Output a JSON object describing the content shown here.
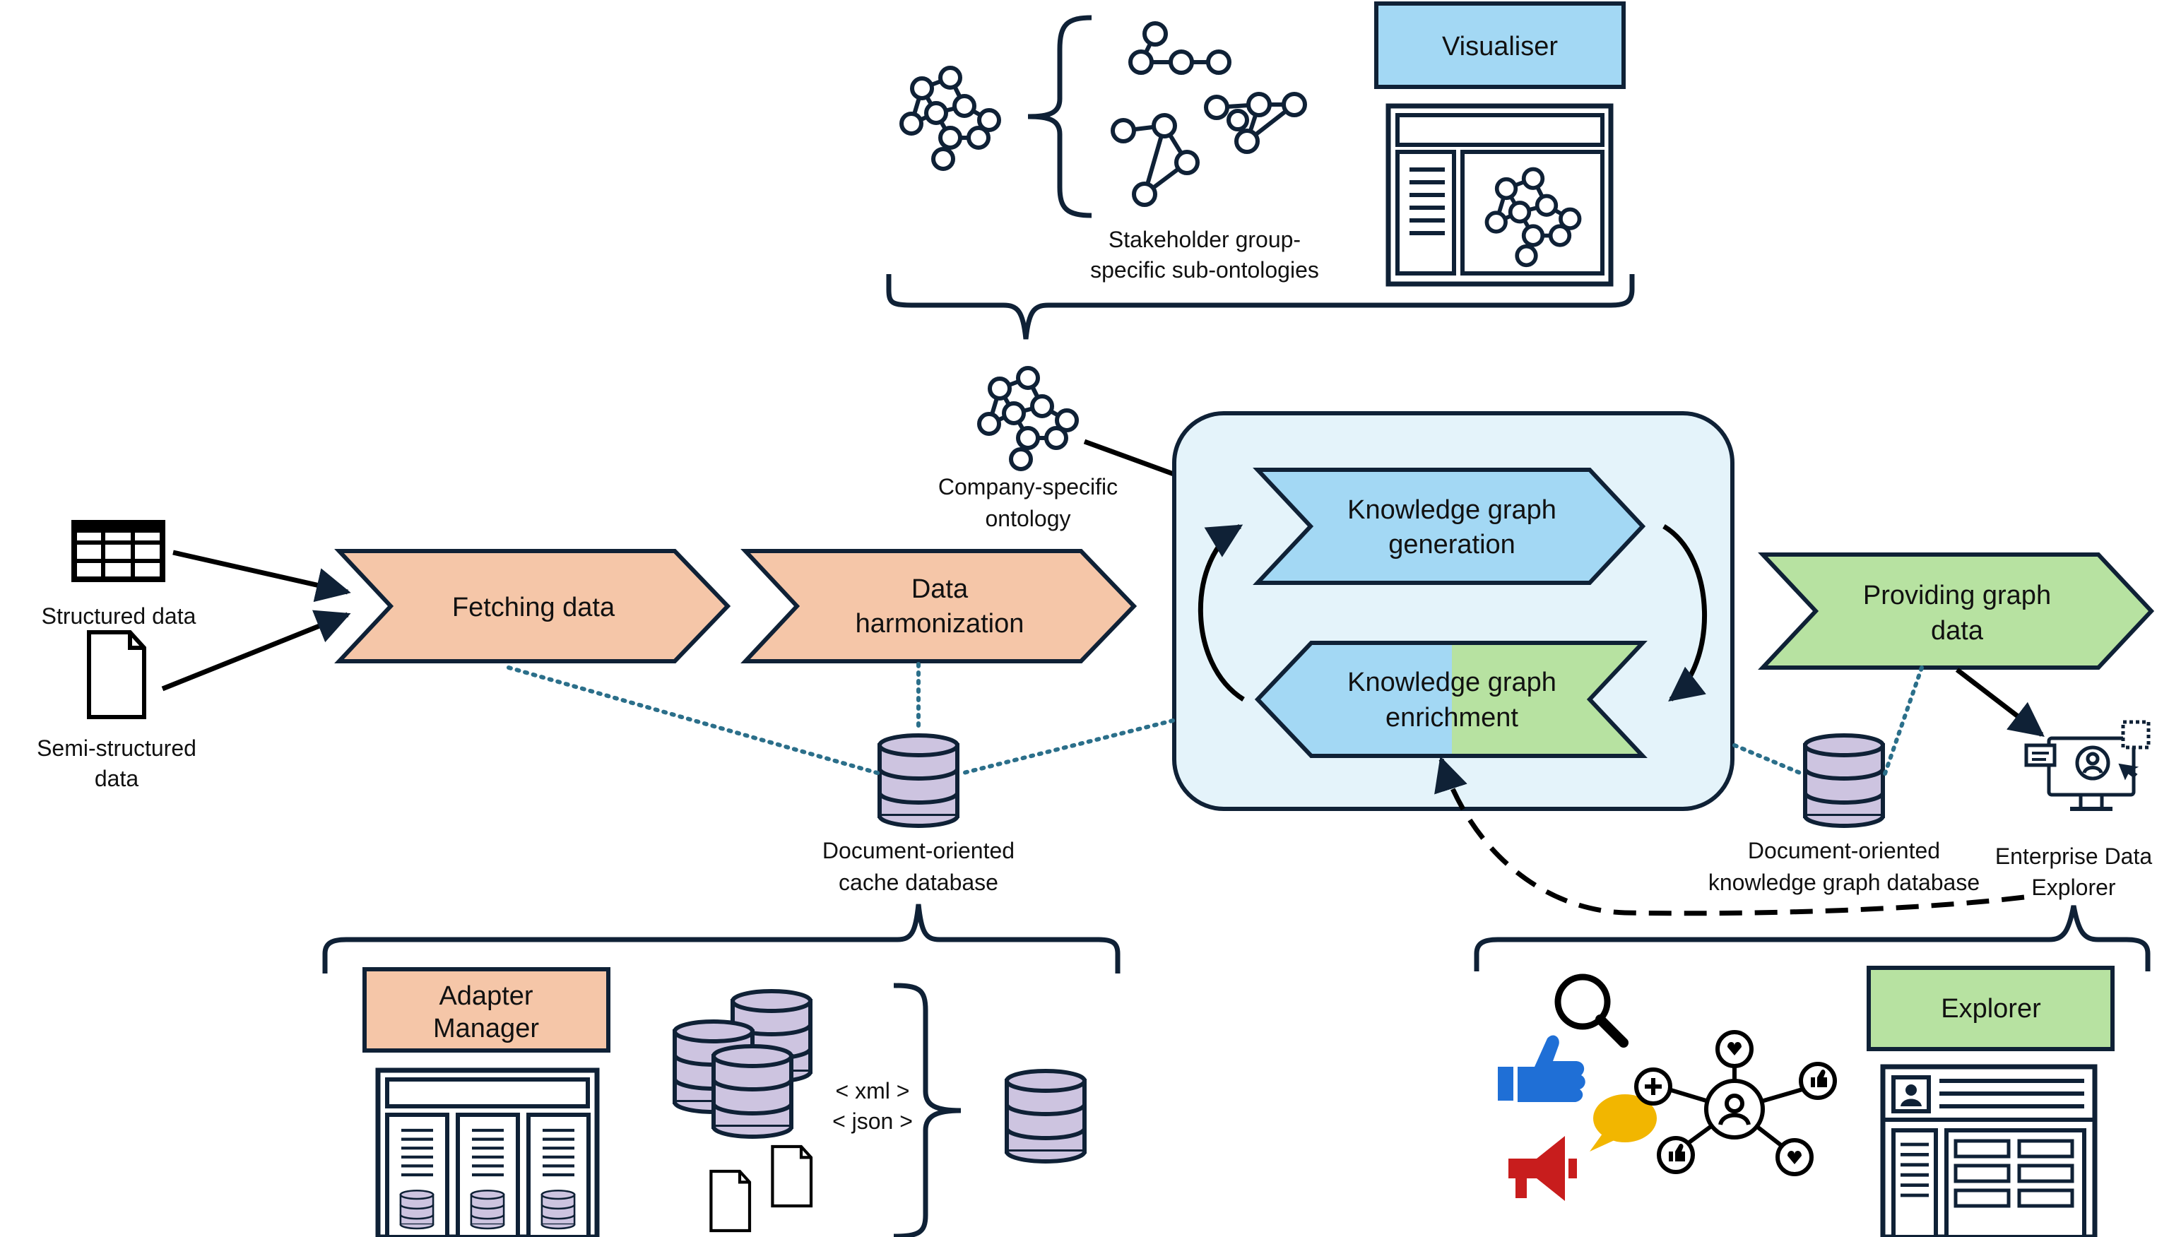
{
  "structured_data_label": "Structured data",
  "semi_structured_label_1": "Semi-structured",
  "semi_structured_label_2": "data",
  "fetching_label": "Fetching data",
  "harmonization_label_1": "Data",
  "harmonization_label_2": "harmonization",
  "company_ontology_label_1": "Company-specific",
  "company_ontology_label_2": "ontology",
  "stakeholder_label_1": "Stakeholder group-",
  "stakeholder_label_2": "specific sub-ontologies",
  "visualiser_label": "Visualiser",
  "kg_generation_label_1": "Knowledge graph",
  "kg_generation_label_2": "generation",
  "kg_enrichment_label_1": "Knowledge graph",
  "kg_enrichment_label_2": "enrichment",
  "providing_label_1": "Providing graph",
  "providing_label_2": "data",
  "cache_db_label_1": "Document-oriented",
  "cache_db_label_2": "cache database",
  "kg_db_label_1": "Document-oriented",
  "kg_db_label_2": "knowledge graph database",
  "explorer_app_label_1": "Enterprise Data",
  "explorer_app_label_2": "Explorer",
  "adapter_manager_label_1": "Adapter",
  "adapter_manager_label_2": "Manager",
  "xml_label": "< xml >",
  "json_label": "< json >",
  "explorer_label": "Explorer",
  "colors": {
    "orange": "#f5c6a8",
    "blue": "#a3d8f4",
    "green": "#b7e2a1",
    "light_blue_box": "#e4f3fa",
    "db_purple": "#cdc4e0",
    "stroke": "#0f2136",
    "dotted": "#2b6f8a"
  }
}
